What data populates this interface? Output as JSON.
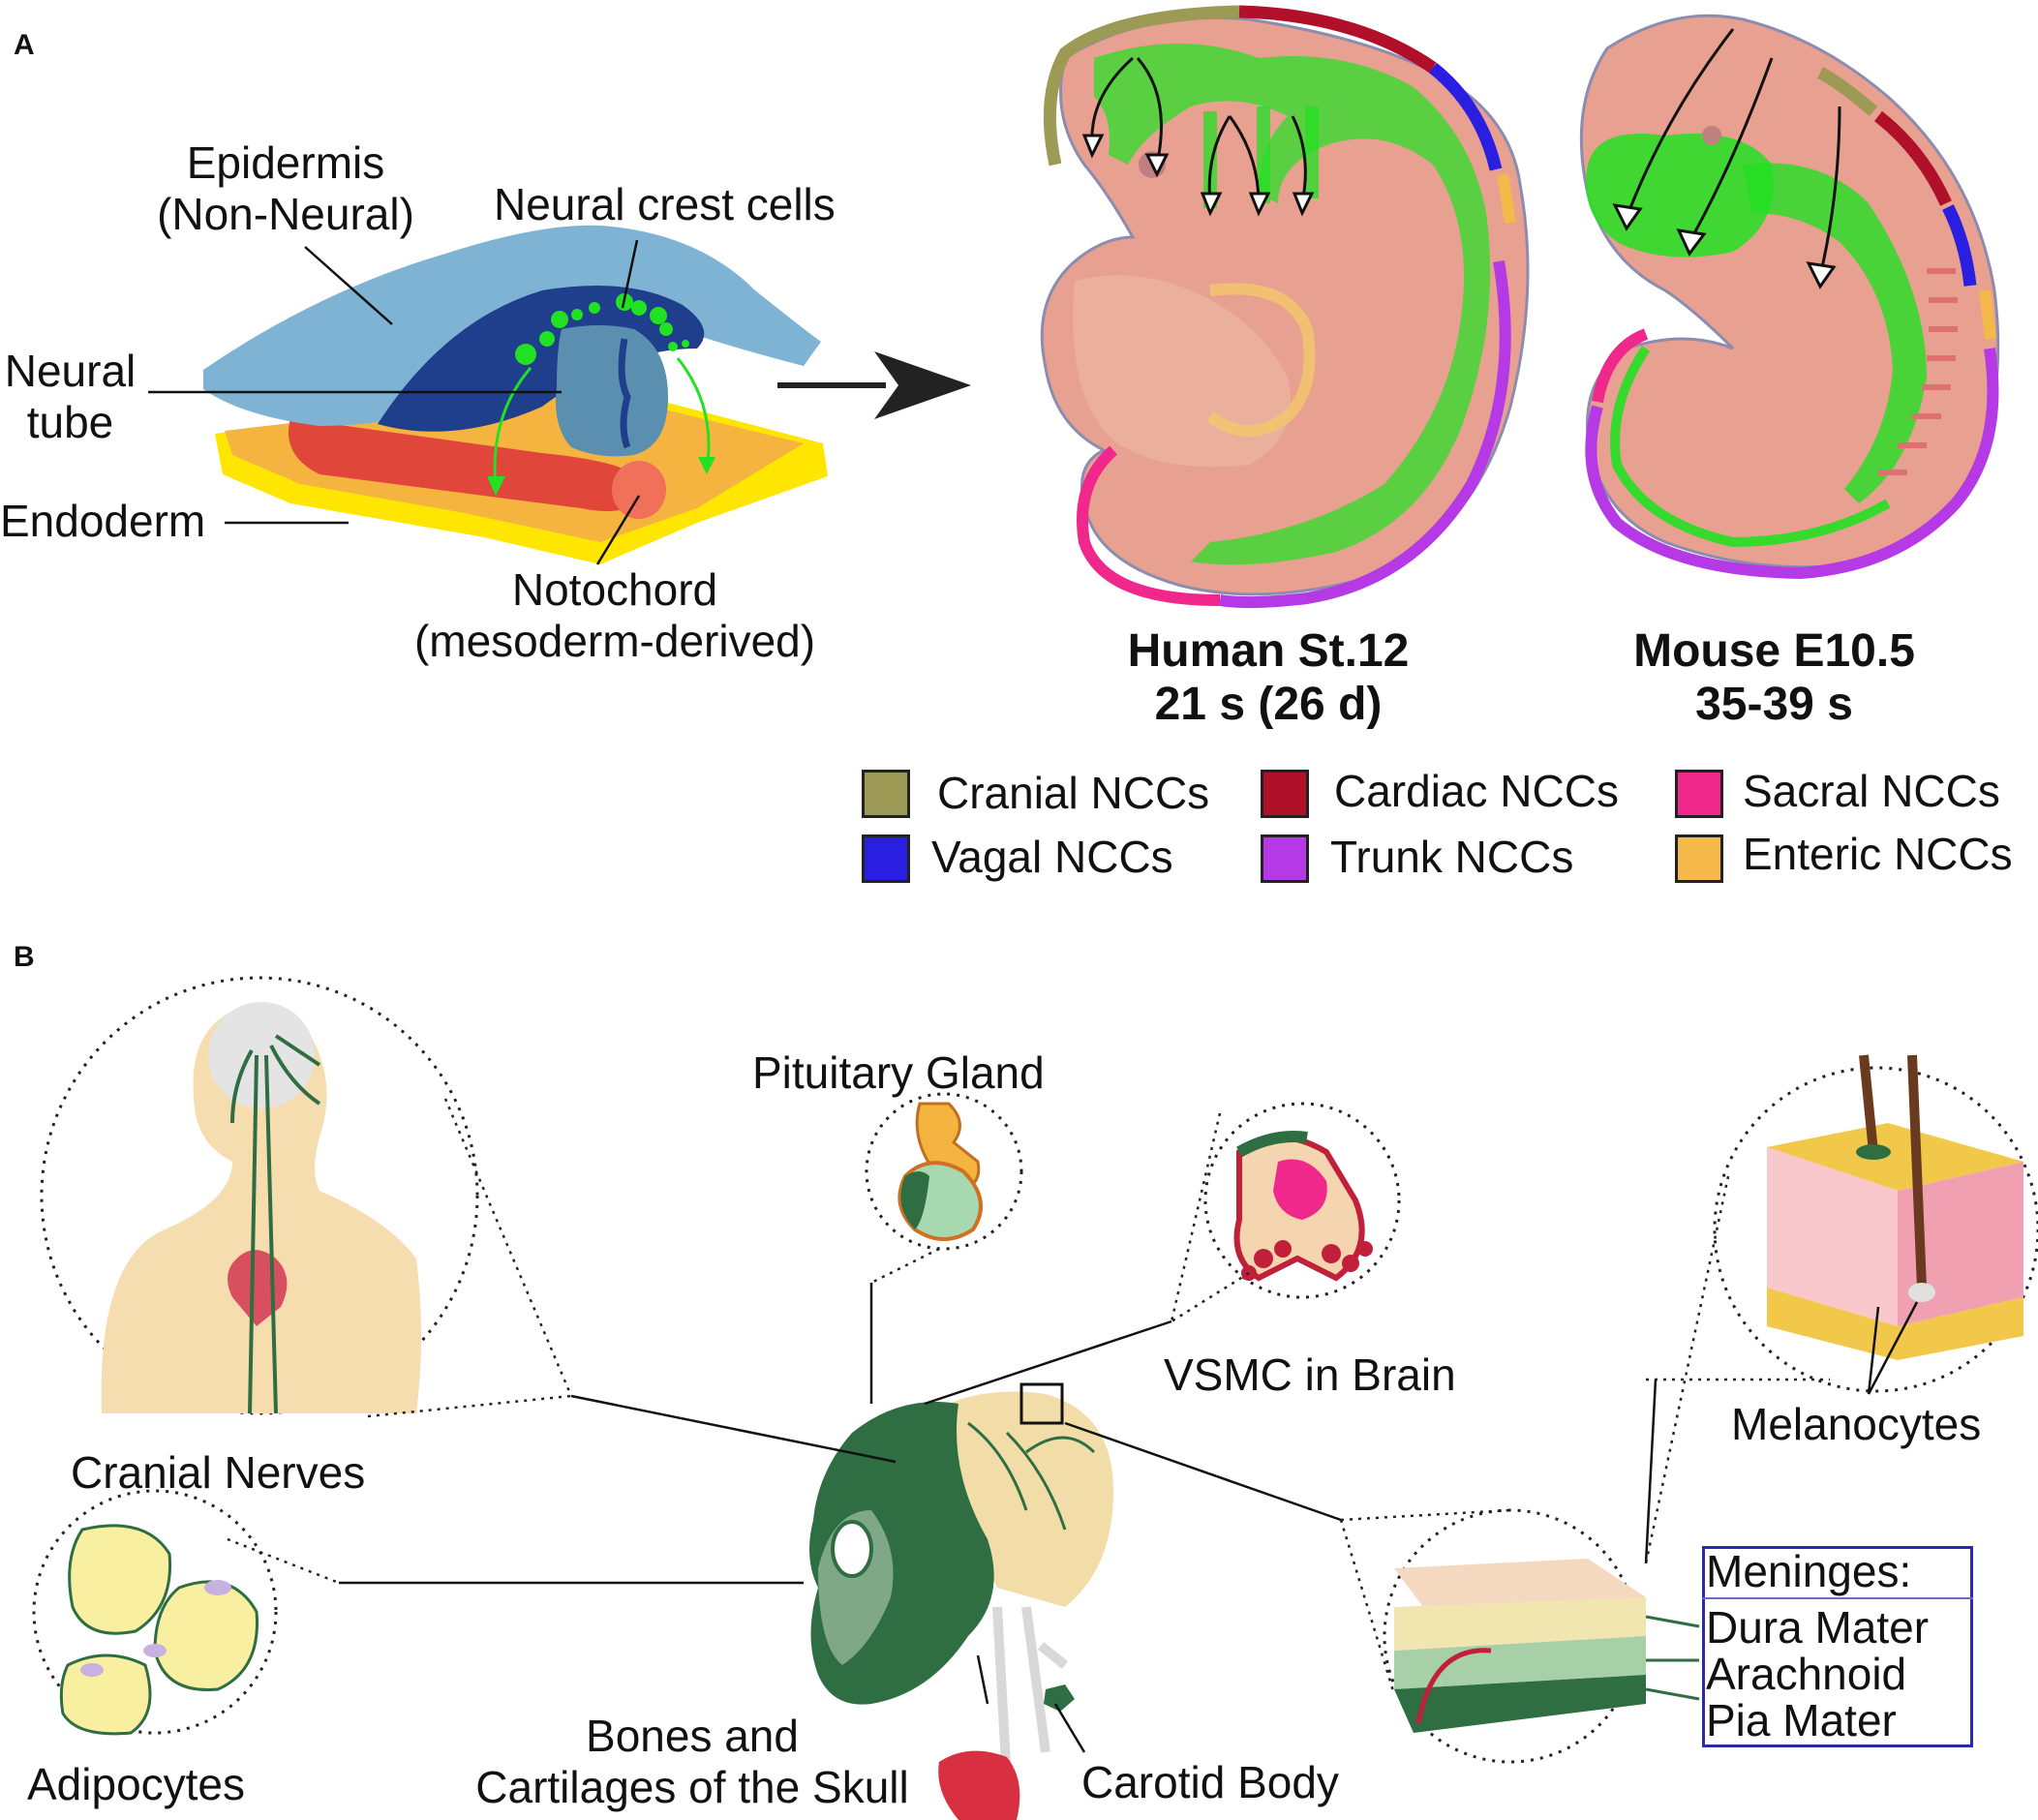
{
  "panels": {
    "a": "A",
    "b": "B"
  },
  "panel_a": {
    "labels": {
      "epidermis_1": "Epidermis",
      "epidermis_2": "(Non-Neural)",
      "neural_crest": "Neural crest cells",
      "neural_tube_1": "Neural",
      "neural_tube_2": "tube",
      "endoderm": "Endoderm",
      "notochord_1": "Notochord",
      "notochord_2": "(mesoderm-derived)"
    },
    "human": {
      "line1": "Human St.12",
      "line2": "21 s (26 d)"
    },
    "mouse": {
      "line1": "Mouse E10.5",
      "line2": "35-39 s"
    },
    "legend": [
      {
        "label": "Cranial NCCs",
        "color": "#9c9a55"
      },
      {
        "label": "Cardiac NCCs",
        "color": "#b0102a"
      },
      {
        "label": "Sacral NCCs",
        "color": "#f0288c"
      },
      {
        "label": "Vagal NCCs",
        "color": "#2a1ee0"
      },
      {
        "label": "Trunk NCCs",
        "color": "#b53ae6"
      },
      {
        "label": "Enteric NCCs",
        "color": "#f5b84a"
      }
    ]
  },
  "panel_b": {
    "labels": {
      "pituitary": "Pituitary Gland",
      "vsmc": "VSMC in Brain",
      "melanocytes": "Melanocytes",
      "cranial_nerves": "Cranial Nerves",
      "adipocytes": "Adipocytes",
      "bones_1": "Bones and",
      "bones_2": "Cartilages of the Skull",
      "carotid": "Carotid Body"
    },
    "meninges": {
      "title": "Meninges:",
      "items": [
        "Dura Mater",
        "Arachnoid",
        "Pia Mater"
      ]
    }
  },
  "colors": {
    "epidermis": "#7fb3d3",
    "neural_plate": "#1f3f8c",
    "neural_tube": "#5a8fb0",
    "ncc_green": "#22e022",
    "endoderm": "#ffe600",
    "mesoderm": "#f5b340",
    "notochord": "#e0463a",
    "embryo_body": "#e8a090",
    "skull_green": "#2e6e42",
    "skull_cream": "#f2dca8"
  }
}
